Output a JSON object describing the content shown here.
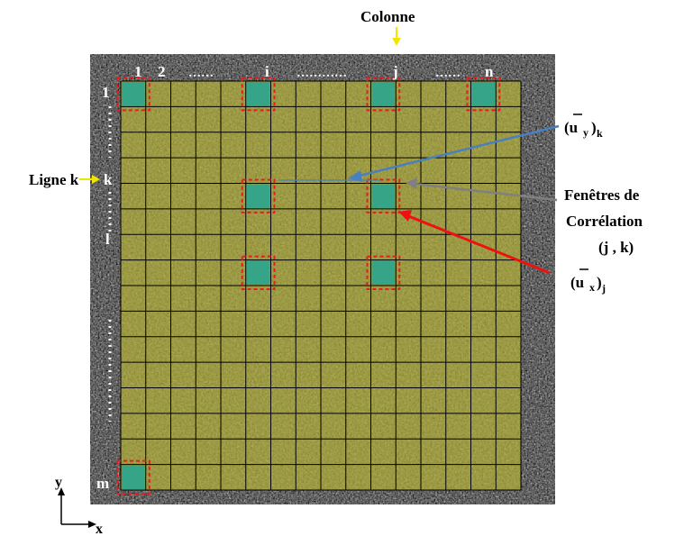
{
  "labels": {
    "column_title": "Colonne",
    "row_title": "Ligne k",
    "col_1": "1",
    "col_2": "2",
    "col_i": "i",
    "col_j": "j",
    "col_n": "n",
    "col_dots_a": "……",
    "col_dots_b": "…………",
    "col_dots_c": "……",
    "row_1": "1",
    "row_k": "k",
    "row_l": "l",
    "row_m": "m",
    "windows_line1": "Fenêtres de",
    "windows_line2": "Corrélation",
    "windows_line3": "(j , k)",
    "uy_main": "(u",
    "uy_sub": "y",
    "uy_close": ")",
    "uy_index": "k",
    "ux_main": "(u",
    "ux_sub": "x",
    "ux_close": ")",
    "ux_index": "j",
    "axis_x": "x",
    "axis_y": "y"
  },
  "grid": {
    "columns": 16,
    "rows": 16
  },
  "correlation_windows": [
    {
      "col": 1,
      "row": 1
    },
    {
      "col": 6,
      "row": 1
    },
    {
      "col": 11,
      "row": 1
    },
    {
      "col": 15,
      "row": 1
    },
    {
      "col": 6,
      "row": 5
    },
    {
      "col": 11,
      "row": 5
    },
    {
      "col": 6,
      "row": 8
    },
    {
      "col": 11,
      "row": 8
    },
    {
      "col": 1,
      "row": 16
    }
  ],
  "colors": {
    "overlay": "#a9a52c",
    "grid_line": "#000000",
    "window_fill": "#2aa58f",
    "window_border": "#e02020",
    "arrow_blue": "#4a7fc1",
    "arrow_gray": "#808080",
    "arrow_red": "#ee1111",
    "arrow_yellow": "#f2e600"
  }
}
